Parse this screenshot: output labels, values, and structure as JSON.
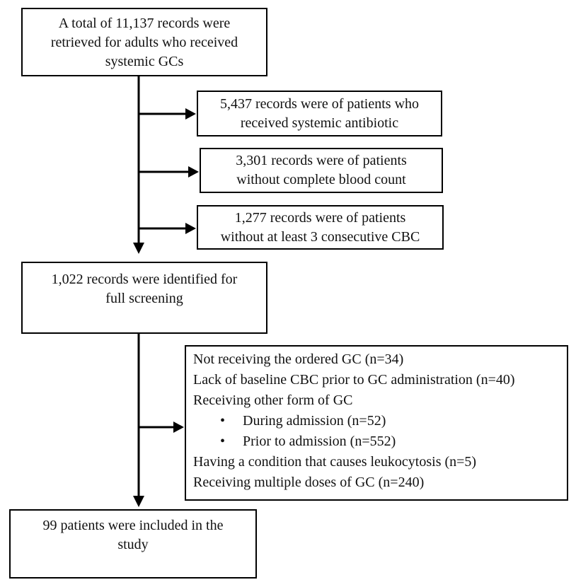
{
  "colors": {
    "border": "#000000",
    "background": "#ffffff",
    "text": "#111111"
  },
  "boxes": {
    "total": {
      "lines": [
        "A total of 11,137 records were",
        "retrieved for adults who received",
        "systemic GCs"
      ]
    },
    "antibiotic": {
      "lines": [
        "5,437 records were of patients who",
        "received systemic antibiotic"
      ]
    },
    "no_cbc": {
      "lines": [
        "3,301 records were of patients",
        "without complete blood count"
      ]
    },
    "no_consecutive_cbc": {
      "lines": [
        "1,277 records were of patients",
        "without at least 3 consecutive CBC"
      ]
    },
    "screening": {
      "lines": [
        "1,022 records were identified for",
        "full screening"
      ]
    },
    "included": {
      "lines": [
        "99 patients were included in the",
        "study"
      ]
    }
  },
  "exclusions": {
    "plain_lines_top": [
      "Not receiving the ordered GC (n=34)",
      "Lack of baseline CBC prior to GC administration (n=40)",
      "Receiving other form of GC"
    ],
    "bullet_char": "•",
    "bullet_items": [
      "During admission (n=52)",
      "Prior to admission (n=552)"
    ],
    "plain_lines_bottom": [
      "Having a condition that causes leukocytosis (n=5)",
      "Receiving multiple doses of GC (n=240)"
    ]
  }
}
